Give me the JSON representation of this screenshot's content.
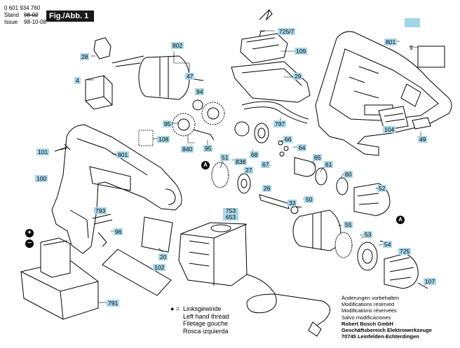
{
  "header": {
    "doc_number": "0 601 934 760",
    "stand_label": "Stand",
    "stand_value": "98-02",
    "issue_label": "Issue",
    "issue_value": "98-10-08",
    "figure_label": "Fig./Abb. 1"
  },
  "parts": {
    "p725_7": "725/7",
    "p109": "109",
    "p29": "29",
    "p801a": "801",
    "p9": "9",
    "p28": "28",
    "p802": "802",
    "p47": "47",
    "p4": "4",
    "p94": "94",
    "p95a": "95",
    "p108": "108",
    "p840": "840",
    "p95b": "95",
    "p797": "797",
    "p104": "104",
    "p49": "49",
    "p101": "101",
    "p801b": "801",
    "p838": "838",
    "p68": "68",
    "p66": "66",
    "p64": "64",
    "p67": "67",
    "p51": "51",
    "p27": "27",
    "p65": "65",
    "p61": "61",
    "p60": "60",
    "p100": "100",
    "p26": "26",
    "p52": "52",
    "p33": "33",
    "p50": "50",
    "p753": "753",
    "p653": "653",
    "p793": "793",
    "p96": "96",
    "p55": "55",
    "p53": "53",
    "p54": "54",
    "p20": "20",
    "p102": "102",
    "p725": "725",
    "p107": "107",
    "p791": "791"
  },
  "markers": {
    "a": "A",
    "plus": "+",
    "minus": "−"
  },
  "legend": {
    "bullet": "● =",
    "line1": "Linksgewinde",
    "line2": "Left hand thread",
    "line3": "Filetage gouche",
    "line4": "Rosca izquierda"
  },
  "notes": {
    "line1": "Änderungen vorbehalten",
    "line2": "Modifications reserved",
    "line3": "Modifications réservées",
    "line4": "Salvo modificaciones",
    "line5": "Robert Bosch GmbH",
    "line6": "Geschäftsbereich Elektrowerkzeuge",
    "line7": "70745 Leinfelden-Echterdingen"
  },
  "colors": {
    "callout_fill": "#a9d8ea",
    "line": "#000000"
  }
}
